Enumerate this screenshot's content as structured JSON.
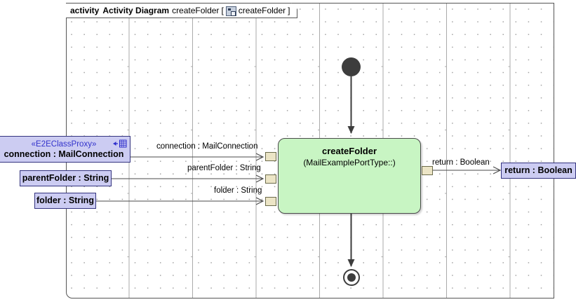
{
  "frame": {
    "keyword": "activity",
    "type": "Activity Diagram",
    "name": "createFolder",
    "bracket_open": "[",
    "bracket_close": "]",
    "inner_name": "createFolder",
    "icon": "activity-diagram-icon"
  },
  "activity": {
    "title": "createFolder",
    "subtitle": "(MailExamplePortType::)"
  },
  "inputs": [
    {
      "stereotype": "«E2EClassProxy»",
      "label": "connection : MailConnection",
      "edge_label": "connection : MailConnection",
      "icon": "proxy-import-icon"
    },
    {
      "stereotype": "",
      "label": "parentFolder : String",
      "edge_label": "parentFolder : String",
      "icon": ""
    },
    {
      "stereotype": "",
      "label": "folder : String",
      "edge_label": "folder : String",
      "icon": ""
    }
  ],
  "output": {
    "label": "return : Boolean",
    "edge_label": "return : Boolean"
  },
  "control": {
    "initial_node": "initial-node",
    "final_node": "activity-final-node"
  },
  "colors": {
    "object_node_fill": "#ccccf2",
    "object_node_border": "#33337f",
    "stereotype_text": "#3333cc",
    "activity_fill": "#c8f5c3",
    "activity_border": "#4a4a4a",
    "pin_fill": "#ece5c6",
    "pin_border": "#6b6b4b",
    "control_node": "#3d3d3d",
    "frame_border": "#555555",
    "grid_dot": "#9a9a9a"
  }
}
